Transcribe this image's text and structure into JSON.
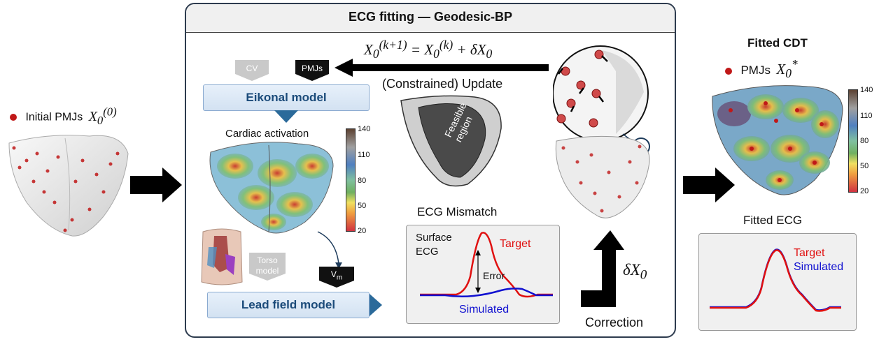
{
  "title": "ECG fitting — Geodesic-BP",
  "left": {
    "label": "Initial PMJs",
    "math_html": "X<sub>0</sub><sup>(0)</sup>"
  },
  "update": {
    "equation_html": "X<sub>0</sub><sup>(k+1)</sup> = X<sub>0</sub><sup>(k)</sup> + δX<sub>0</sub>",
    "label": "(Constrained) Update"
  },
  "tags": {
    "cv": "CV",
    "pmjs": "PMJs",
    "torso": "Torso model",
    "vm_html": "V<sub>m</sub>"
  },
  "eikonal_label": "Eikonal model",
  "leadfield_label": "Lead field model",
  "activation_label": "Cardiac activation",
  "feasible_label": "Feasible region",
  "colorbar_ticks": [
    "140",
    "110",
    "80",
    "50",
    "20"
  ],
  "mismatch": {
    "title": "ECG Mismatch",
    "surface": "Surface",
    "ecg": "ECG",
    "target": "Target",
    "error": "Error",
    "simulated": "Simulated"
  },
  "correction": {
    "math_html": "δX<sub>0</sub>",
    "label": "Correction"
  },
  "right": {
    "title": "Fitted CDT",
    "pmjs_label": "PMJs",
    "math_html": "X<sub>0</sub><sup>*</sup>",
    "fitted_ecg_title": "Fitted ECG",
    "target": "Target",
    "simulated": "Simulated"
  },
  "colors": {
    "target": "#e01010",
    "simulated": "#1010d0",
    "pmj_dot": "#c01818",
    "box_border": "#2d3b4e"
  }
}
